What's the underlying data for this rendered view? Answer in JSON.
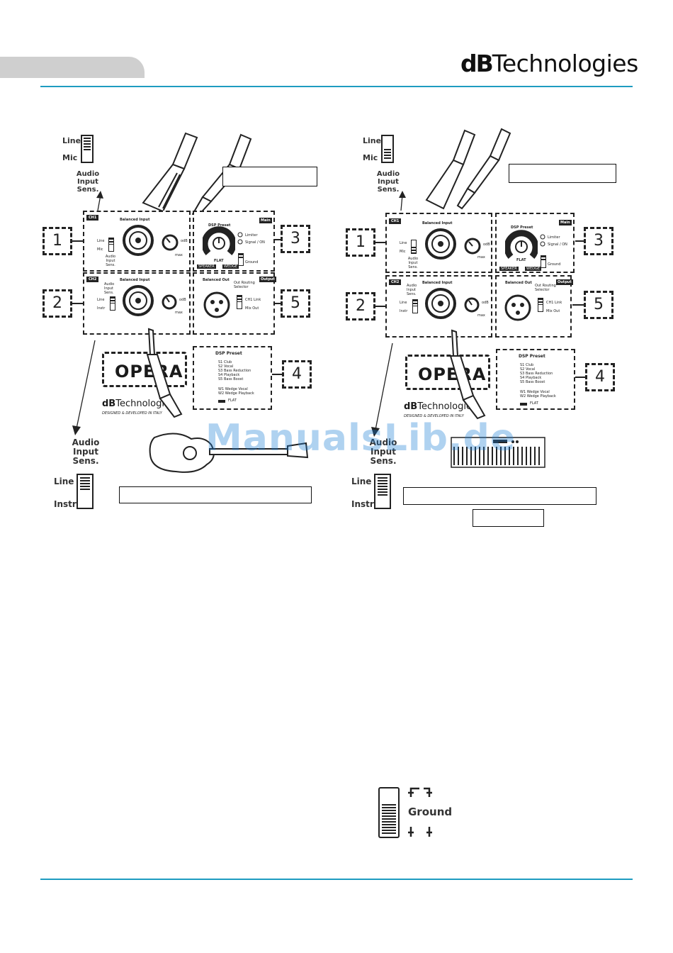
{
  "header": {
    "brand_bold": "dB",
    "brand_rest": "Technologies"
  },
  "watermark": "ManualsLib.de",
  "panel_labels": {
    "ch1": "CH1",
    "ch2": "CH2",
    "balanced_input": "Balanced Input",
    "line": "Line",
    "mic": "Mic",
    "instr": "Instr",
    "audio_input_sens": "Audio Input Sens.",
    "odb": "odB",
    "max": "max",
    "dsp_preset": "DSP Preset",
    "main": "Main",
    "limiter": "Limiter",
    "signal_on": "Signal / ON",
    "flat": "FLAT",
    "speaker": "SPEAKER",
    "wedge": "WEDGE",
    "ground": "Ground",
    "output": "Output",
    "balanced_out": "Balanced Out",
    "out_routing_selector": "Out Routing Selector",
    "ch1_link": "CH1 Link",
    "mix_out": "Mix Out",
    "opera": "OPERA",
    "designed": "DESIGNED & DEVELOPED IN ITALY",
    "presets": [
      "S1 Club",
      "S2 Vocal",
      "S3 Bass Reduction",
      "S4 Playback",
      "S5 Bass Boost"
    ],
    "wedges": [
      "W1 Wedge Vocal",
      "W2 Wedge Playback"
    ]
  },
  "left_figure": {
    "switch_top_line": "Line",
    "switch_top_mic": "Mic",
    "audio_input_sens": "Audio Input Sens.",
    "callouts": [
      "1",
      "2",
      "3",
      "4",
      "5"
    ],
    "audio_bottom": "Audio Input Sens.",
    "switch_bottom_line": "Line",
    "switch_bottom_instr": "Instr"
  },
  "right_figure": {
    "switch_top_line": "Line",
    "switch_top_mic": "Mic",
    "audio_input_sens": "Audio Input Sens.",
    "callouts": [
      "1",
      "3",
      "2",
      "5",
      "4"
    ],
    "audio_bottom": "Audio Input Sens.",
    "switch_bottom_line": "Line",
    "switch_bottom_instr": "Instr"
  },
  "ground_switch": {
    "label": "Ground"
  }
}
